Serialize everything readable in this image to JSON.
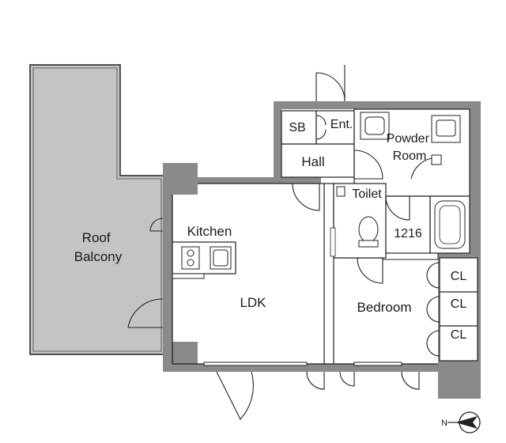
{
  "rooms": {
    "roof_balcony": "Roof\nBalcony",
    "kitchen": "Kitchen",
    "ldk": "LDK",
    "bedroom": "Bedroom",
    "hall": "Hall",
    "sb": "SB",
    "entrance": "Ent.",
    "powder_room": "Powder\nRoom",
    "toilet": "Toilet",
    "bath": "1216",
    "closets": [
      "CL",
      "CL",
      "CL"
    ]
  },
  "compass": {
    "label": "N"
  },
  "colors": {
    "balcony_fill": "#c4c4c4",
    "wall": "#8a8a8a",
    "line": "#222222"
  }
}
